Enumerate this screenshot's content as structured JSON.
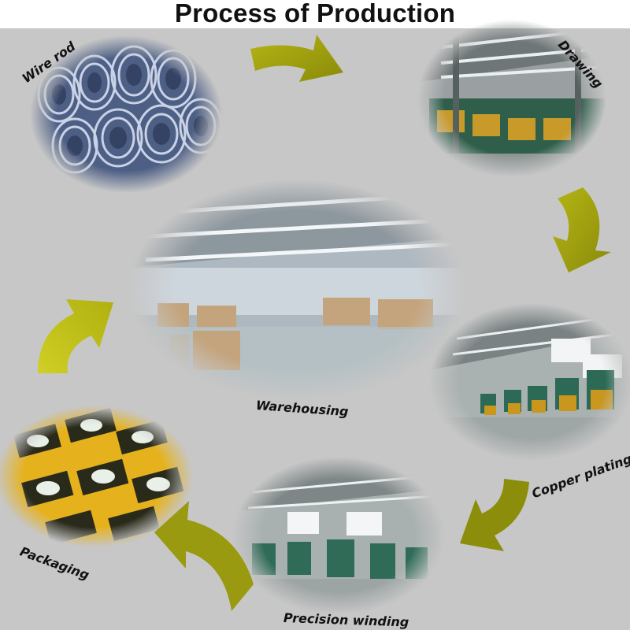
{
  "title": "Process of Production",
  "steps": {
    "wire_rod": "Wire rod",
    "drawing": "Drawing",
    "copper_plating": "Copper plating",
    "precision_winding": "Precision winding",
    "packaging": "Packaging",
    "warehousing": "Warehousing"
  },
  "colors": {
    "arrow": "#9a9a10",
    "arrow_light": "#c8c81e",
    "background": "#c7c7c7"
  }
}
